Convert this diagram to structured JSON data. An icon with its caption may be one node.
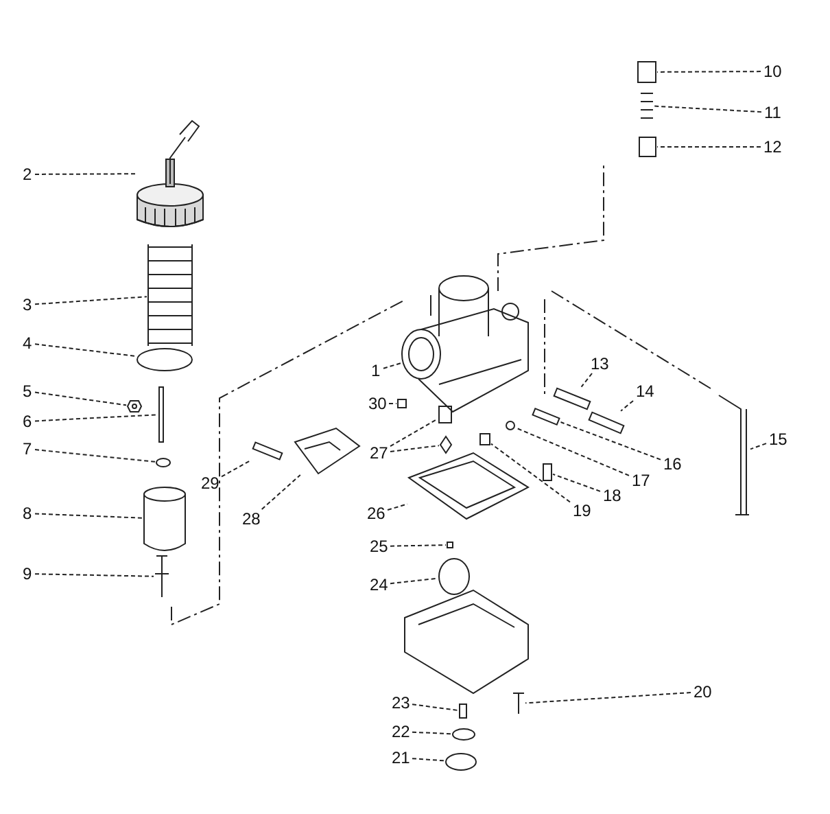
{
  "diagram": {
    "nodes": [
      {
        "text": [
          "1"
        ]
      },
      {
        "text": [
          "2"
        ]
      },
      {
        "text": [
          "3"
        ]
      },
      {
        "text": [
          "4"
        ]
      },
      {
        "text": [
          "5"
        ]
      },
      {
        "text": [
          "6"
        ]
      },
      {
        "text": [
          "7"
        ]
      },
      {
        "text": [
          "8"
        ]
      },
      {
        "text": [
          "9"
        ]
      },
      {
        "text": [
          "10"
        ]
      },
      {
        "text": [
          "11"
        ]
      },
      {
        "text": [
          "12"
        ]
      },
      {
        "text": [
          "13"
        ]
      },
      {
        "text": [
          "14"
        ]
      },
      {
        "text": [
          "15"
        ]
      },
      {
        "text": [
          "16"
        ]
      },
      {
        "text": [
          "17"
        ]
      },
      {
        "text": [
          "18"
        ]
      },
      {
        "text": [
          "19"
        ]
      },
      {
        "text": [
          "20"
        ]
      },
      {
        "text": [
          "21"
        ]
      },
      {
        "text": [
          "22"
        ]
      },
      {
        "text": [
          "23"
        ]
      },
      {
        "text": [
          "24"
        ]
      },
      {
        "text": [
          "25"
        ]
      },
      {
        "text": [
          "26"
        ]
      },
      {
        "text": [
          "27"
        ]
      },
      {
        "text": [
          "28"
        ]
      },
      {
        "text": [
          "29"
        ]
      },
      {
        "text": [
          "30"
        ]
      },
      {
        "text": [],
        "shape": "picture"
      },
      {
        "text": [],
        "shape": "picture"
      },
      {
        "text": [],
        "shape": "picture"
      },
      {
        "text": [],
        "shape": "circle"
      },
      {
        "text": [],
        "shape": "picture"
      },
      {
        "text": [],
        "shape": "bar"
      },
      {
        "text": [],
        "shape": "circle"
      },
      {
        "text": [],
        "shape": "cylinder"
      },
      {
        "text": [],
        "shape": "picture"
      },
      {
        "text": [],
        "shape": "box"
      },
      {
        "text": [],
        "shape": "picture"
      },
      {
        "text": [],
        "shape": "box"
      },
      {
        "text": [],
        "shape": "bar"
      },
      {
        "text": [],
        "shape": "bar"
      },
      {
        "text": [],
        "shape": "picture"
      },
      {
        "text": [],
        "shape": "bar"
      },
      {
        "text": [],
        "shape": "circle"
      },
      {
        "text": [],
        "shape": "box"
      },
      {
        "text": [],
        "shape": "box"
      },
      {
        "text": [],
        "shape": "picture"
      },
      {
        "text": [],
        "shape": "circle"
      },
      {
        "text": [],
        "shape": "circle"
      },
      {
        "text": [],
        "shape": "box"
      },
      {
        "text": [],
        "shape": "circle"
      },
      {
        "text": [],
        "shape": "box"
      },
      {
        "text": [],
        "shape": "picture"
      },
      {
        "text": [],
        "shape": "box"
      },
      {
        "text": [],
        "shape": "diamond"
      },
      {
        "text": [],
        "shape": "picture"
      },
      {
        "text": [],
        "shape": "bar"
      },
      {
        "text": [],
        "shape": "box"
      }
    ],
    "edges": [
      {
        "from": 0,
        "to": 30,
        "arrow": "none"
      },
      {
        "from": 1,
        "to": 31,
        "arrow": "none"
      },
      {
        "from": 2,
        "to": 32,
        "arrow": "none"
      },
      {
        "from": 3,
        "to": 33,
        "arrow": "none"
      },
      {
        "from": 4,
        "to": 34,
        "arrow": "none"
      },
      {
        "from": 5,
        "to": 35,
        "arrow": "none"
      },
      {
        "from": 6,
        "to": 36,
        "arrow": "none"
      },
      {
        "from": 7,
        "to": 37,
        "arrow": "none"
      },
      {
        "from": 8,
        "to": 38,
        "arrow": "none"
      },
      {
        "from": 9,
        "to": 39,
        "arrow": "none"
      },
      {
        "from": 10,
        "to": 40,
        "arrow": "none"
      },
      {
        "from": 11,
        "to": 41,
        "arrow": "none"
      },
      {
        "from": 12,
        "to": 42,
        "arrow": "none"
      },
      {
        "from": 13,
        "to": 43,
        "arrow": "none"
      },
      {
        "from": 14,
        "to": 44,
        "arrow": "none"
      },
      {
        "from": 15,
        "to": 45,
        "arrow": "none"
      },
      {
        "from": 16,
        "to": 46,
        "arrow": "none"
      },
      {
        "from": 17,
        "to": 47,
        "arrow": "none"
      },
      {
        "from": 18,
        "to": 48,
        "arrow": "none"
      },
      {
        "from": 19,
        "to": 49,
        "arrow": "none"
      },
      {
        "from": 20,
        "to": 50,
        "arrow": "none"
      },
      {
        "from": 21,
        "to": 51,
        "arrow": "none"
      },
      {
        "from": 22,
        "to": 52,
        "arrow": "none"
      },
      {
        "from": 23,
        "to": 53,
        "arrow": "none"
      },
      {
        "from": 24,
        "to": 54,
        "arrow": "none"
      },
      {
        "from": 25,
        "to": 55,
        "arrow": "none"
      },
      {
        "from": 26,
        "to": 56,
        "arrow": "none"
      },
      {
        "from": 26,
        "to": 57,
        "arrow": "none"
      },
      {
        "from": 27,
        "to": 58,
        "arrow": "none"
      },
      {
        "from": 28,
        "to": 59,
        "arrow": "none"
      },
      {
        "from": 29,
        "to": 60,
        "arrow": "none"
      }
    ]
  }
}
